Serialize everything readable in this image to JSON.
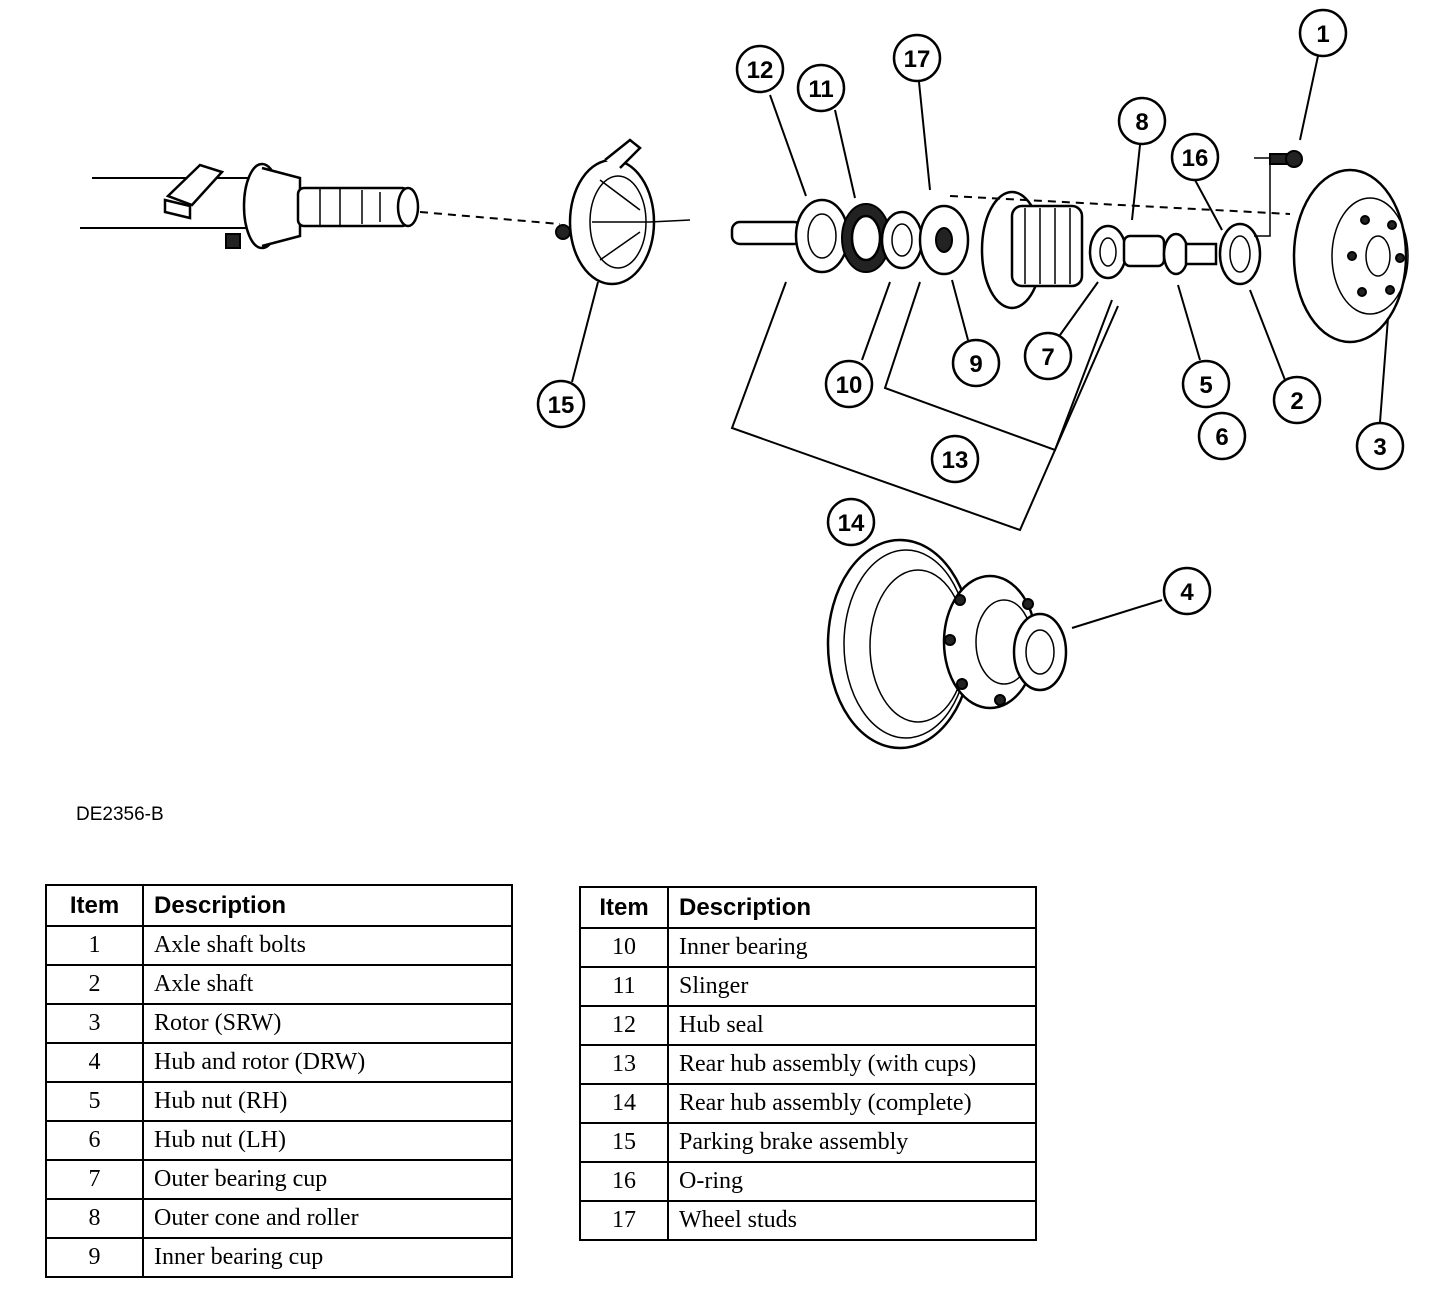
{
  "figure_id": "DE2356-B",
  "callouts": [
    "1",
    "2",
    "3",
    "4",
    "5",
    "6",
    "7",
    "8",
    "9",
    "10",
    "11",
    "12",
    "13",
    "14",
    "15",
    "16",
    "17"
  ],
  "table_headers": {
    "item": "Item",
    "description": "Description"
  },
  "table_left": [
    {
      "item": "1",
      "description": "Axle shaft bolts"
    },
    {
      "item": "2",
      "description": "Axle shaft"
    },
    {
      "item": "3",
      "description": "Rotor (SRW)"
    },
    {
      "item": "4",
      "description": "Hub and rotor (DRW)"
    },
    {
      "item": "5",
      "description": "Hub nut (RH)"
    },
    {
      "item": "6",
      "description": "Hub nut (LH)"
    },
    {
      "item": "7",
      "description": "Outer bearing cup"
    },
    {
      "item": "8",
      "description": "Outer cone and roller"
    },
    {
      "item": "9",
      "description": "Inner bearing cup"
    }
  ],
  "table_right": [
    {
      "item": "10",
      "description": "Inner bearing"
    },
    {
      "item": "11",
      "description": "Slinger"
    },
    {
      "item": "12",
      "description": "Hub seal"
    },
    {
      "item": "13",
      "description": "Rear hub assembly (with cups)"
    },
    {
      "item": "14",
      "description": "Rear hub assembly (complete)"
    },
    {
      "item": "15",
      "description": "Parking brake assembly"
    },
    {
      "item": "16",
      "description": "O-ring"
    },
    {
      "item": "17",
      "description": "Wheel studs"
    }
  ]
}
